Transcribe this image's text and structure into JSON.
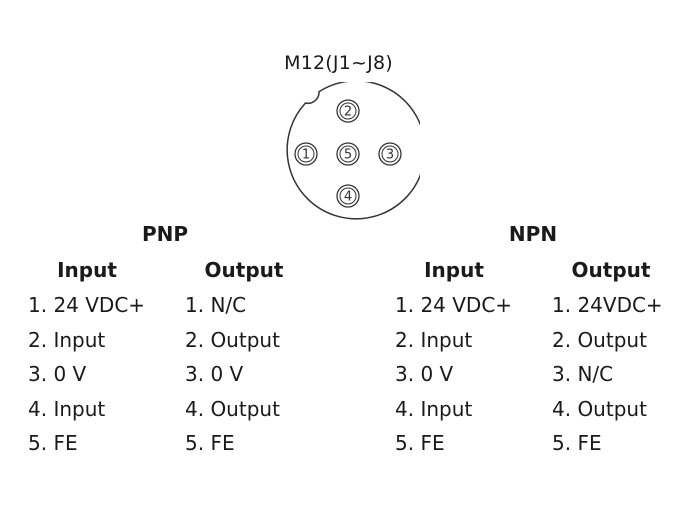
{
  "connector": {
    "title": "M12(J1~J8)",
    "pins": [
      "1",
      "2",
      "3",
      "4",
      "5"
    ]
  },
  "pnp": {
    "title": "PNP",
    "input": {
      "header": "Input",
      "rows": [
        "1. 24 VDC+",
        "2. Input",
        "3. 0 V",
        "4. Input",
        "5. FE"
      ]
    },
    "output": {
      "header": "Output",
      "rows": [
        "1. N/C",
        "2. Output",
        "3. 0 V",
        "4. Output",
        "5. FE"
      ]
    }
  },
  "npn": {
    "title": "NPN",
    "input": {
      "header": "Input",
      "rows": [
        "1. 24 VDC+",
        "2. Input",
        "3. 0 V",
        "4. Input",
        "5. FE"
      ]
    },
    "output": {
      "header": "Output",
      "rows": [
        "1. 24VDC+",
        "2. Output",
        "3. N/C",
        "4. Output",
        "5. FE"
      ]
    }
  }
}
